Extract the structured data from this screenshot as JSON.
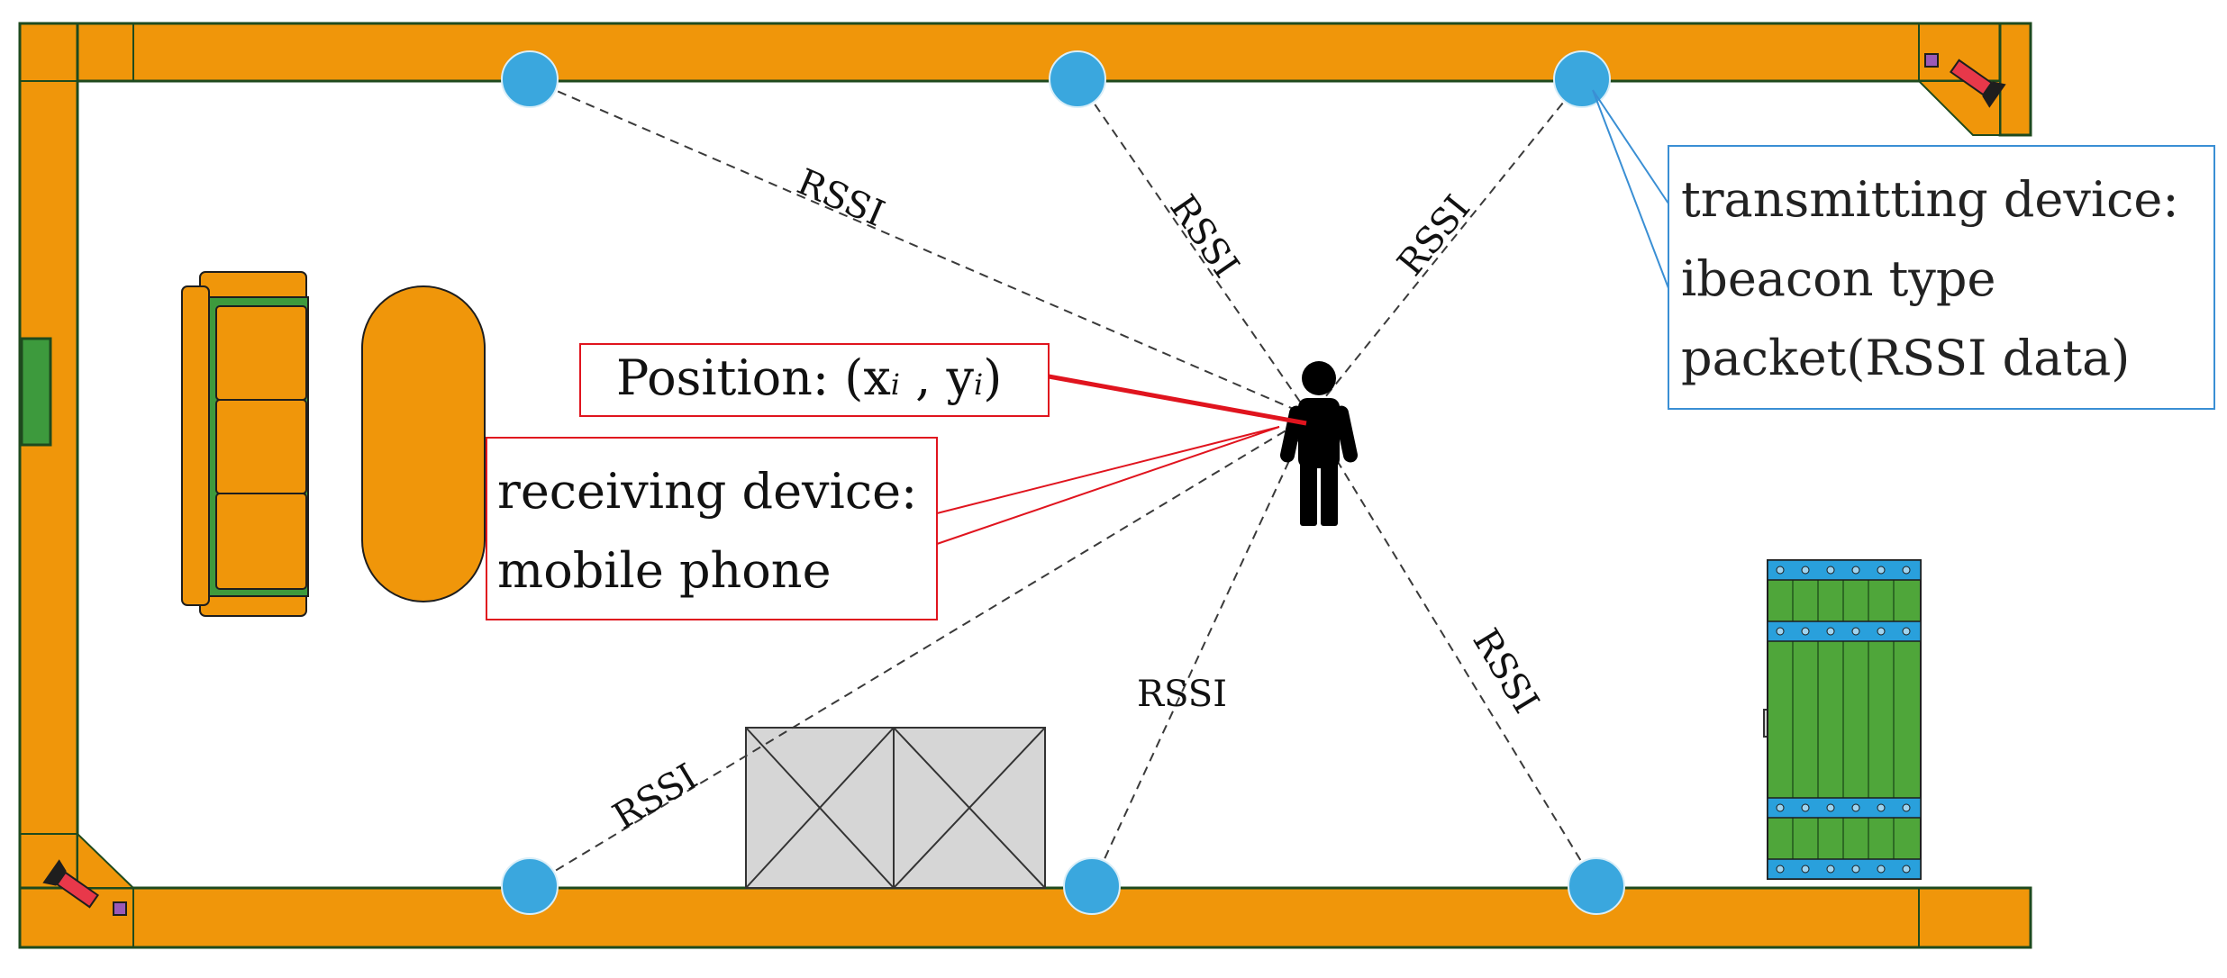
{
  "labels": {
    "rssi": "RSSI",
    "position_prefix": "Position: (x",
    "position_sub_i_1": "i",
    "position_mid": " , y",
    "position_sub_i_2": "i",
    "position_suffix": ")",
    "receiver_line1": "receiving device:",
    "receiver_line2": "mobile phone",
    "transmitter_line1": "transmitting device:",
    "transmitter_line2": "ibeacon type",
    "transmitter_line3": "packet(RSSI data)"
  },
  "colors": {
    "wall": "#F0960A",
    "wall_edge": "#1E4A1E",
    "beacon": "#3AA7DE",
    "receiver_callout": "#E0141E",
    "transmitter_callout": "#3A8FD4",
    "sofa_green": "#3D9A3D",
    "bookshelf_green": "#4FA63A",
    "bookshelf_blue": "#29A0DC",
    "box_fill": "#D6D6D6",
    "person": "#000000"
  },
  "icons": {
    "person": "person-icon",
    "beacon": "beacon-icon",
    "sofa": "sofa-icon",
    "table": "oval-table-icon",
    "boxes": "storage-box-icon",
    "shelf": "bookshelf-icon",
    "door": "door-icon",
    "camera": "camera-icon"
  }
}
